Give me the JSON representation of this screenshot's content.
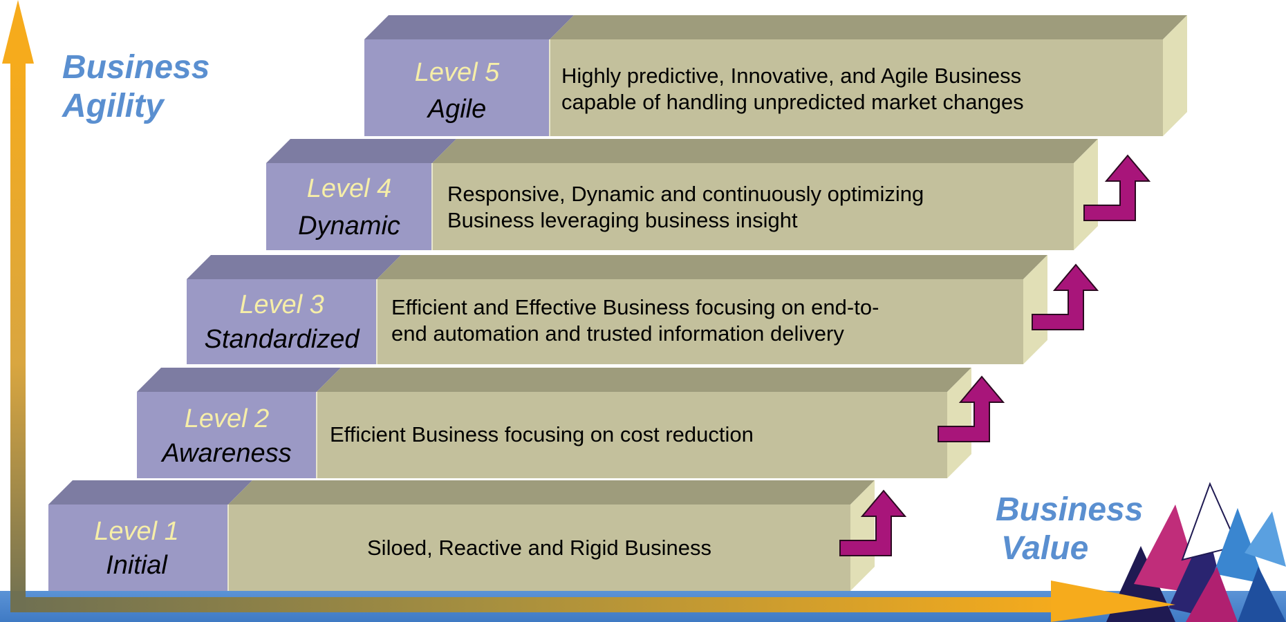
{
  "axes": {
    "y_label_line1": "Business",
    "y_label_line2": "Agility",
    "x_label_line1": "Business",
    "x_label_line2": "Value"
  },
  "levels": [
    {
      "number": "Level 1",
      "name": "Initial",
      "description_line1": "Siloed, Reactive and Rigid Business",
      "description_line2": ""
    },
    {
      "number": "Level 2",
      "name": "Awareness",
      "description_line1": "Efficient Business focusing on cost reduction",
      "description_line2": ""
    },
    {
      "number": "Level 3",
      "name": "Standardized",
      "description_line1": "Efficient and Effective Business focusing on end-to-",
      "description_line2": "end  automation and trusted information delivery"
    },
    {
      "number": "Level 4",
      "name": "Dynamic",
      "description_line1": "Responsive, Dynamic and continuously optimizing",
      "description_line2": "Business leveraging business insight"
    },
    {
      "number": "Level 5",
      "name": "Agile",
      "description_line1": "Highly predictive, Innovative, and Agile Business",
      "description_line2": "capable of handling unpredicted market changes"
    }
  ],
  "colors": {
    "label_block": "#9b99c5",
    "label_top": "#7d7ca2",
    "desc_block": "#c3c09c",
    "desc_top": "#9e9c7c",
    "end_face": "#e1dfb6",
    "step_arrow": "#a8157a",
    "axis_gold": "#f4b02a",
    "axis_olive": "#7a7b58",
    "band_blue": "#4a86cc"
  }
}
